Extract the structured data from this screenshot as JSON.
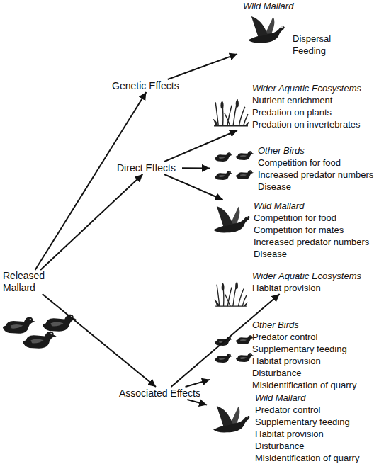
{
  "diagram": {
    "nodes": [
      {
        "text": [
          "Released Mallard"
        ]
      },
      {
        "text": [
          "Genetic Effects"
        ]
      },
      {
        "text": [
          "Wild Mallard",
          "Dispersal",
          "Feeding"
        ]
      },
      {
        "text": [
          "Direct Effects"
        ]
      },
      {
        "text": [
          "Wider Aquatic Ecosystems",
          "Nutrient enrichment",
          "Predation on plants",
          "Predation on invertebrates"
        ]
      },
      {
        "text": [
          "Other Birds",
          "Competition for food",
          "Increased predator numbers",
          "Disease"
        ]
      },
      {
        "text": [
          "Wild Mallard",
          "Competition for food",
          "Competition for mates",
          "Increased predator numbers",
          "Disease"
        ]
      },
      {
        "text": [
          "Associated Effects"
        ]
      },
      {
        "text": [
          "Wider Aquatic Ecosystems",
          "Habitat provision"
        ]
      },
      {
        "text": [
          "Other Birds",
          "Predator control",
          "Supplementary feeding",
          "Habitat provision",
          "Disturbance",
          "Misidentification of quarry"
        ]
      },
      {
        "text": [
          "Wild Mallard",
          "Predator control",
          "Supplementary feeding",
          "Habitat provision",
          "Disturbance",
          "Misidentification of quarry"
        ]
      }
    ],
    "edges": [
      {
        "from": 0,
        "to": 1,
        "arrow": "to"
      },
      {
        "from": 0,
        "to": 3,
        "arrow": "to"
      },
      {
        "from": 0,
        "to": 7,
        "arrow": "to"
      },
      {
        "from": 1,
        "to": 2,
        "arrow": "to"
      },
      {
        "from": 3,
        "to": 4,
        "arrow": "to"
      },
      {
        "from": 3,
        "to": 5,
        "arrow": "to"
      },
      {
        "from": 3,
        "to": 6,
        "arrow": "to"
      },
      {
        "from": 7,
        "to": 8,
        "arrow": "to"
      },
      {
        "from": 7,
        "to": 9,
        "arrow": "to"
      },
      {
        "from": 7,
        "to": 10,
        "arrow": "to"
      }
    ]
  }
}
